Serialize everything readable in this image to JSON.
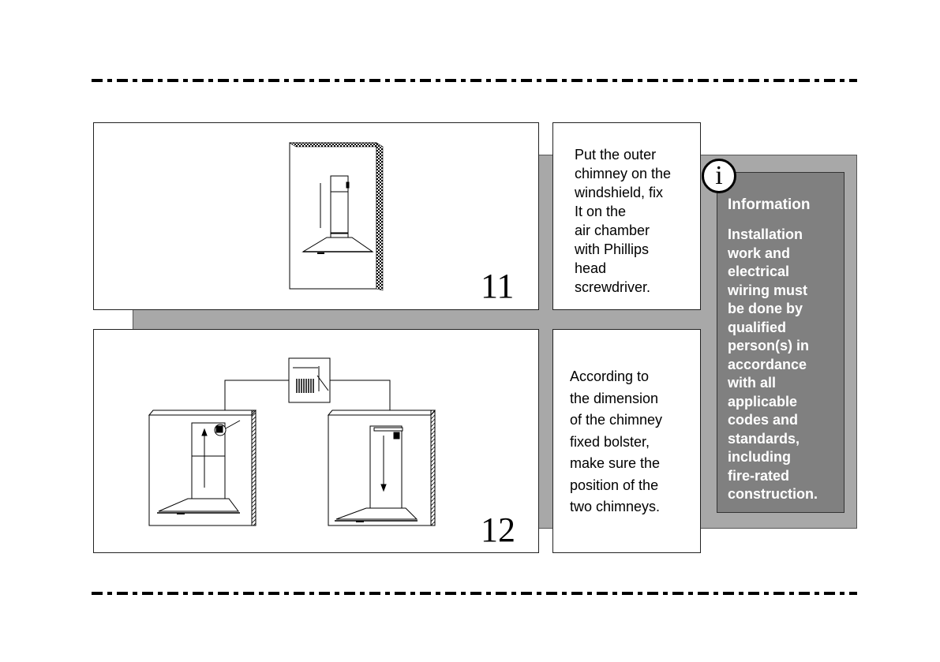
{
  "steps": [
    {
      "number": "11",
      "text": "Put the outer\nchimney on the\nwindshield,  fix\nIt on the\nair chamber\nwith Phillips\nhead\nscrewdriver."
    },
    {
      "number": "12",
      "text": "According to\nthe dimension\nof the chimney\nfixed bolster,\nmake sure the\nposition of the\ntwo chimneys."
    }
  ],
  "info": {
    "icon": "i",
    "title": "Information",
    "body": "Installation\nwork and\nelectrical\nwiring must\nbe done by\nqualified\nperson(s) in\naccordance\nwith all\napplicable\ncodes and\nstandards,\nincluding\nfire-rated\nconstruction."
  }
}
